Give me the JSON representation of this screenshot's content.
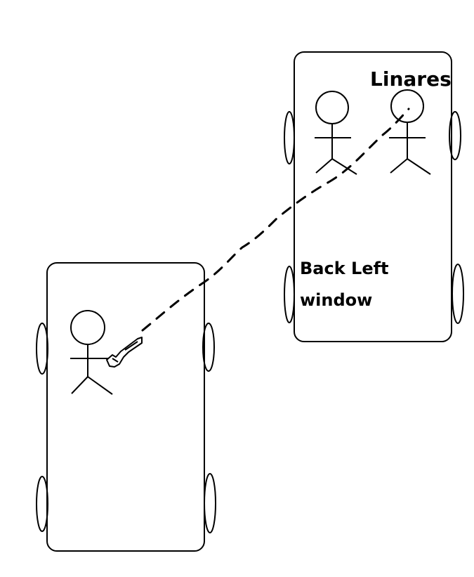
{
  "labels": {
    "person_name": "Linares",
    "window_line1": "Back Left",
    "window_line2": "window"
  }
}
